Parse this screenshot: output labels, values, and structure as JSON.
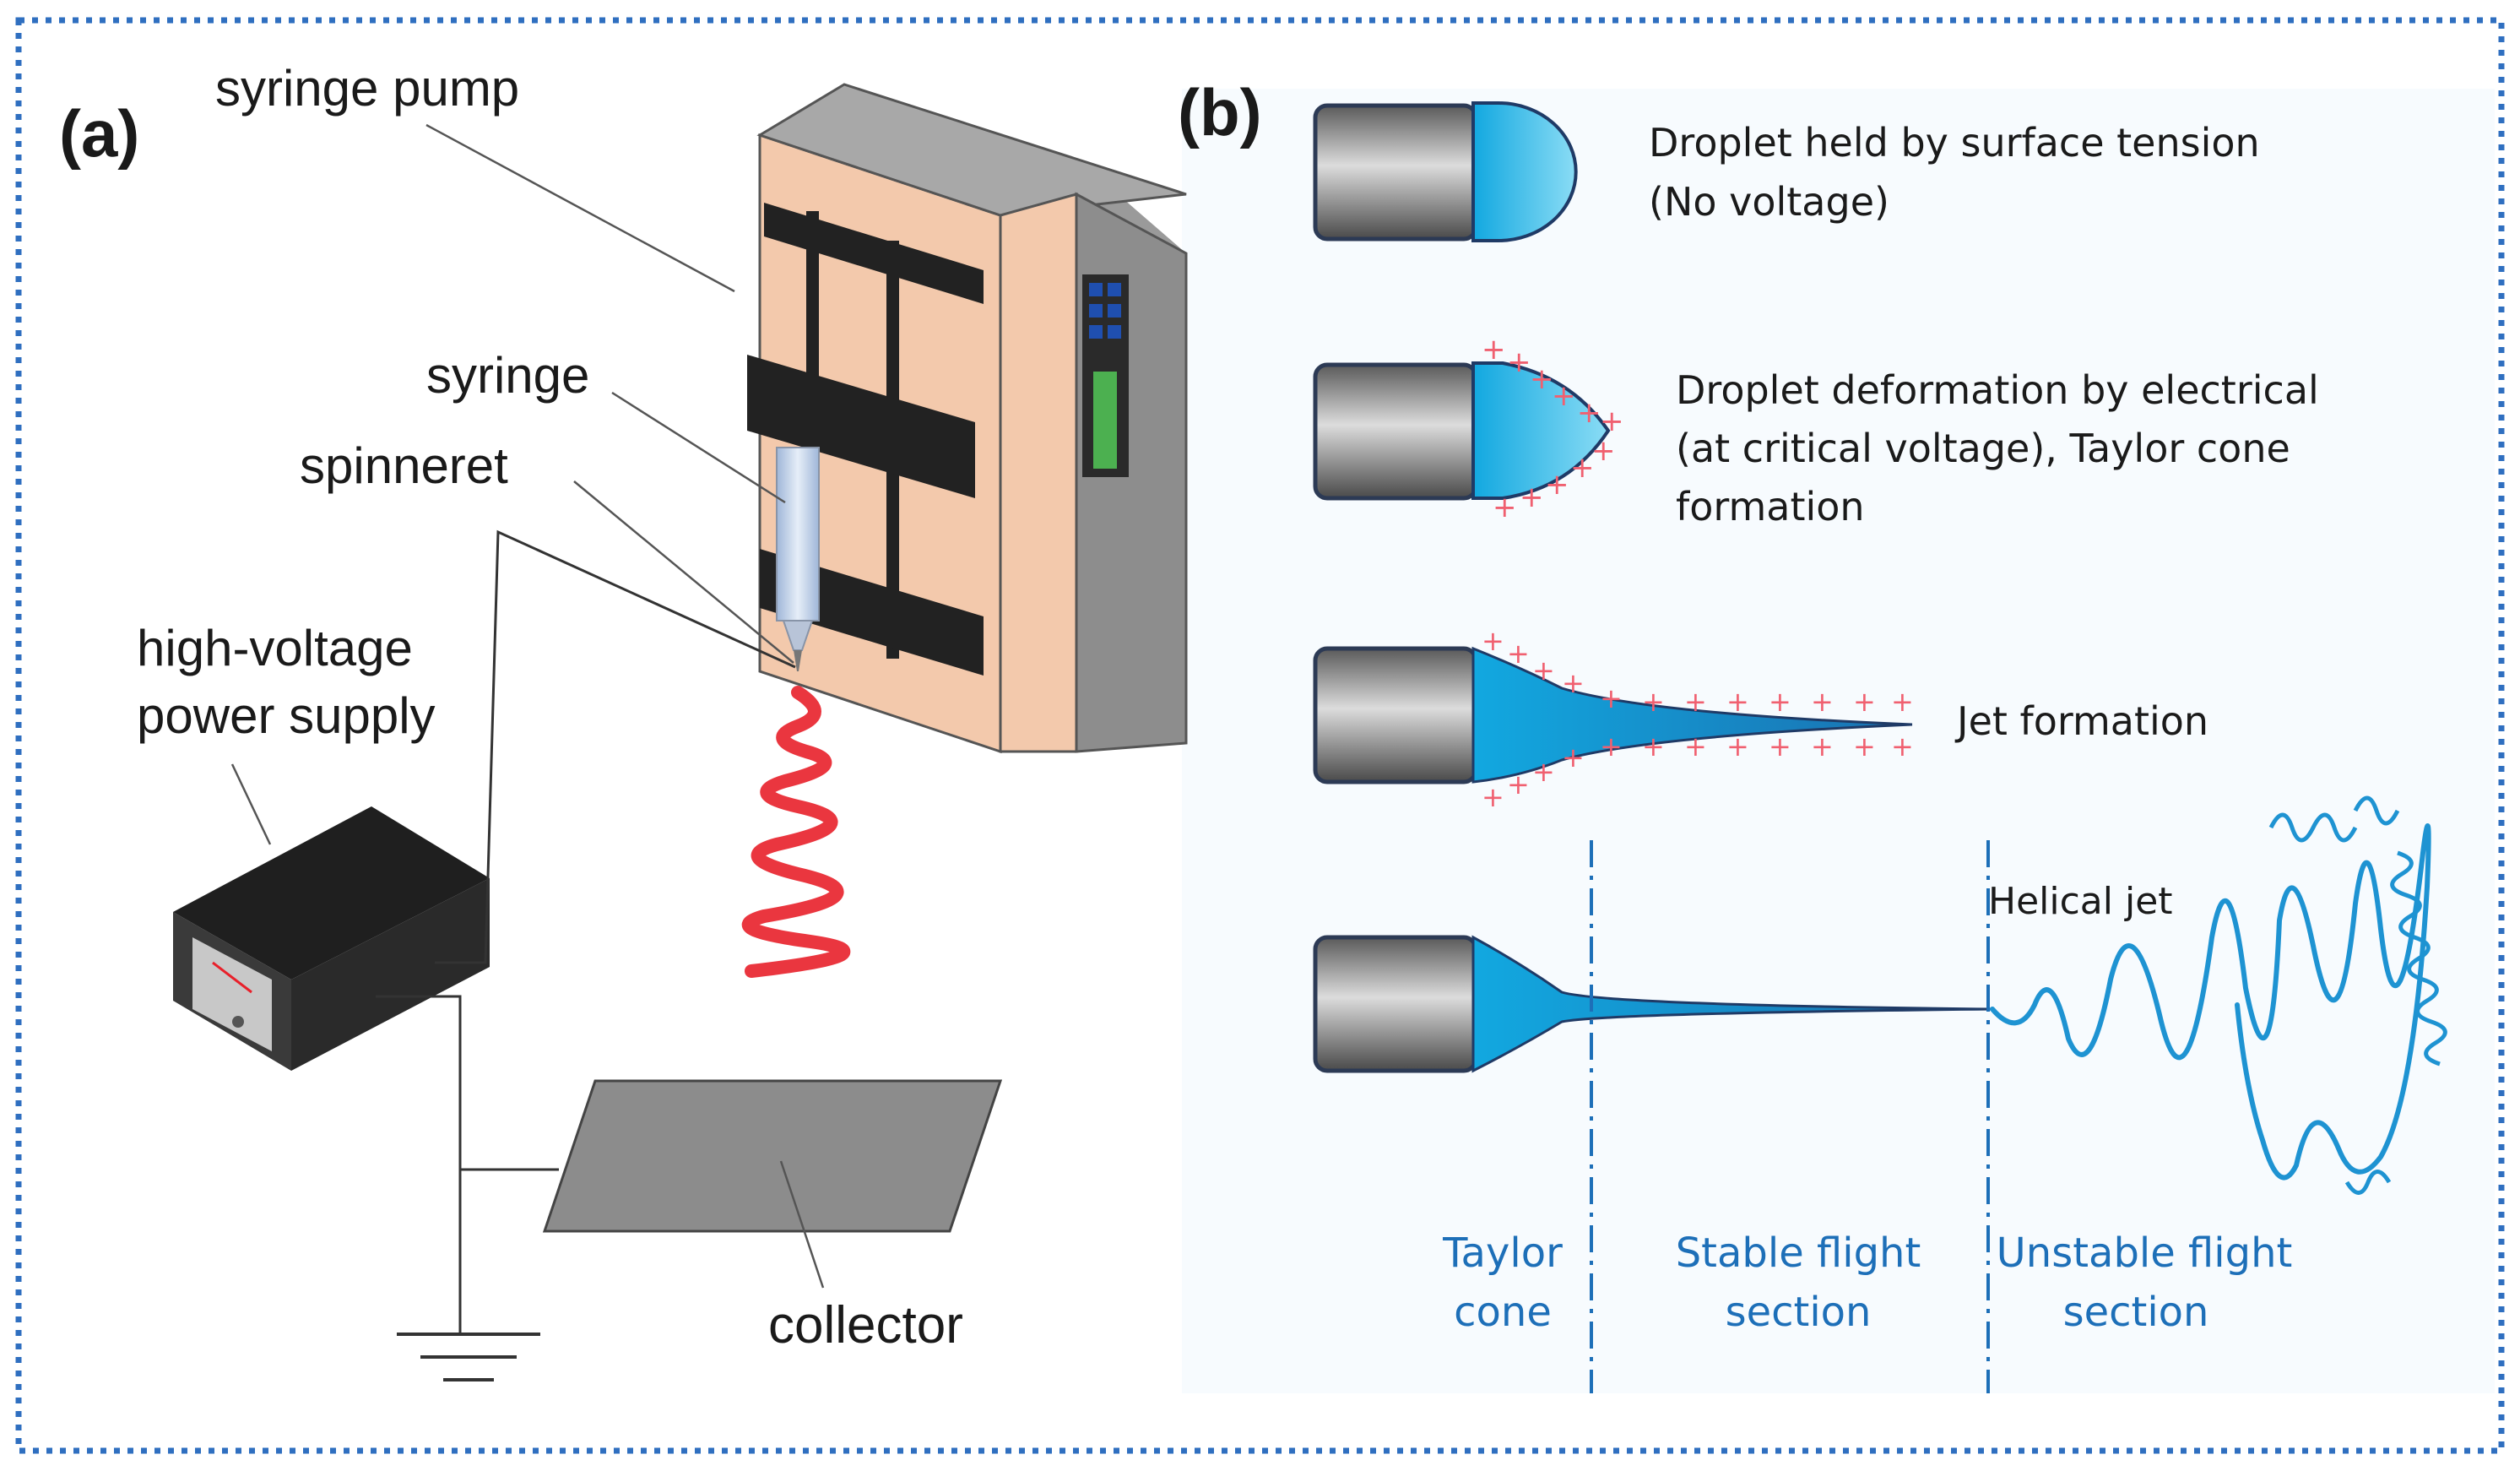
{
  "panel_a": {
    "tag": "(a)",
    "labels": {
      "syringe_pump": "syringe pump",
      "syringe": "syringe",
      "spinneret": "spinneret",
      "power_supply_line1": "high-voltage",
      "power_supply_line2": "power supply",
      "collector": "collector"
    }
  },
  "panel_b": {
    "tag": "(b)",
    "stages": [
      {
        "line1": "Droplet held by surface tension",
        "line2": "(No voltage)",
        "line3": ""
      },
      {
        "line1": "Droplet deformation by electrical",
        "line2": "(at critical voltage), Taylor cone",
        "line3": "formation"
      },
      {
        "line1": "Jet formation",
        "line2": "",
        "line3": ""
      },
      {
        "line1": "Helical jet",
        "line2": "",
        "line3": ""
      }
    ],
    "sections": [
      {
        "line1": "Taylor",
        "line2": "cone"
      },
      {
        "line1": "Stable flight",
        "line2": "section"
      },
      {
        "line1": "Unstable flight",
        "line2": "section"
      }
    ]
  },
  "colors": {
    "border": "#2f6fc0",
    "liquid": "#29b6e8",
    "jet_red": "#e8202a",
    "label_blue": "#1d6fb8",
    "charge": "#f06070",
    "pump_body": "#f3c9ac"
  }
}
